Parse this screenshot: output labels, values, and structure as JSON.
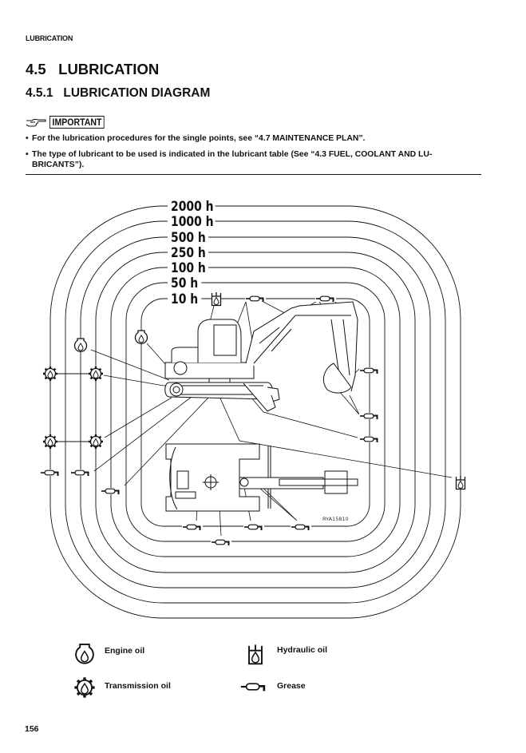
{
  "header": {
    "running_head": "LUBRICATION",
    "section_title": "4.5   LUBRICATION",
    "subsection_title": "4.5.1   LUBRICATION DIAGRAM"
  },
  "important": {
    "icon": "pointing-hand-icon",
    "label": "IMPORTANT",
    "bullets": [
      "For the lubrication procedures for the single points, see “4.7 MAINTENANCE PLAN”.",
      "The type of lubricant to be used is indicated in the lubricant table (See “4.3 FUEL, COOLANT AND LU-",
      "BRICANTS”)."
    ]
  },
  "diagram": {
    "intervals": [
      "10 h",
      "50 h",
      "100 h",
      "250 h",
      "500 h",
      "1000 h",
      "2000 h"
    ],
    "figure_code": "RYA15810"
  },
  "legend": {
    "items": [
      {
        "icon": "engine-oil-icon",
        "label": "Engine oil"
      },
      {
        "icon": "hydraulic-oil-icon",
        "label": "Hydraulic oil"
      },
      {
        "icon": "transmission-oil-icon",
        "label": "Transmission oil"
      },
      {
        "icon": "grease-icon",
        "label": "Grease"
      }
    ]
  },
  "footer": {
    "page_number": "156"
  }
}
